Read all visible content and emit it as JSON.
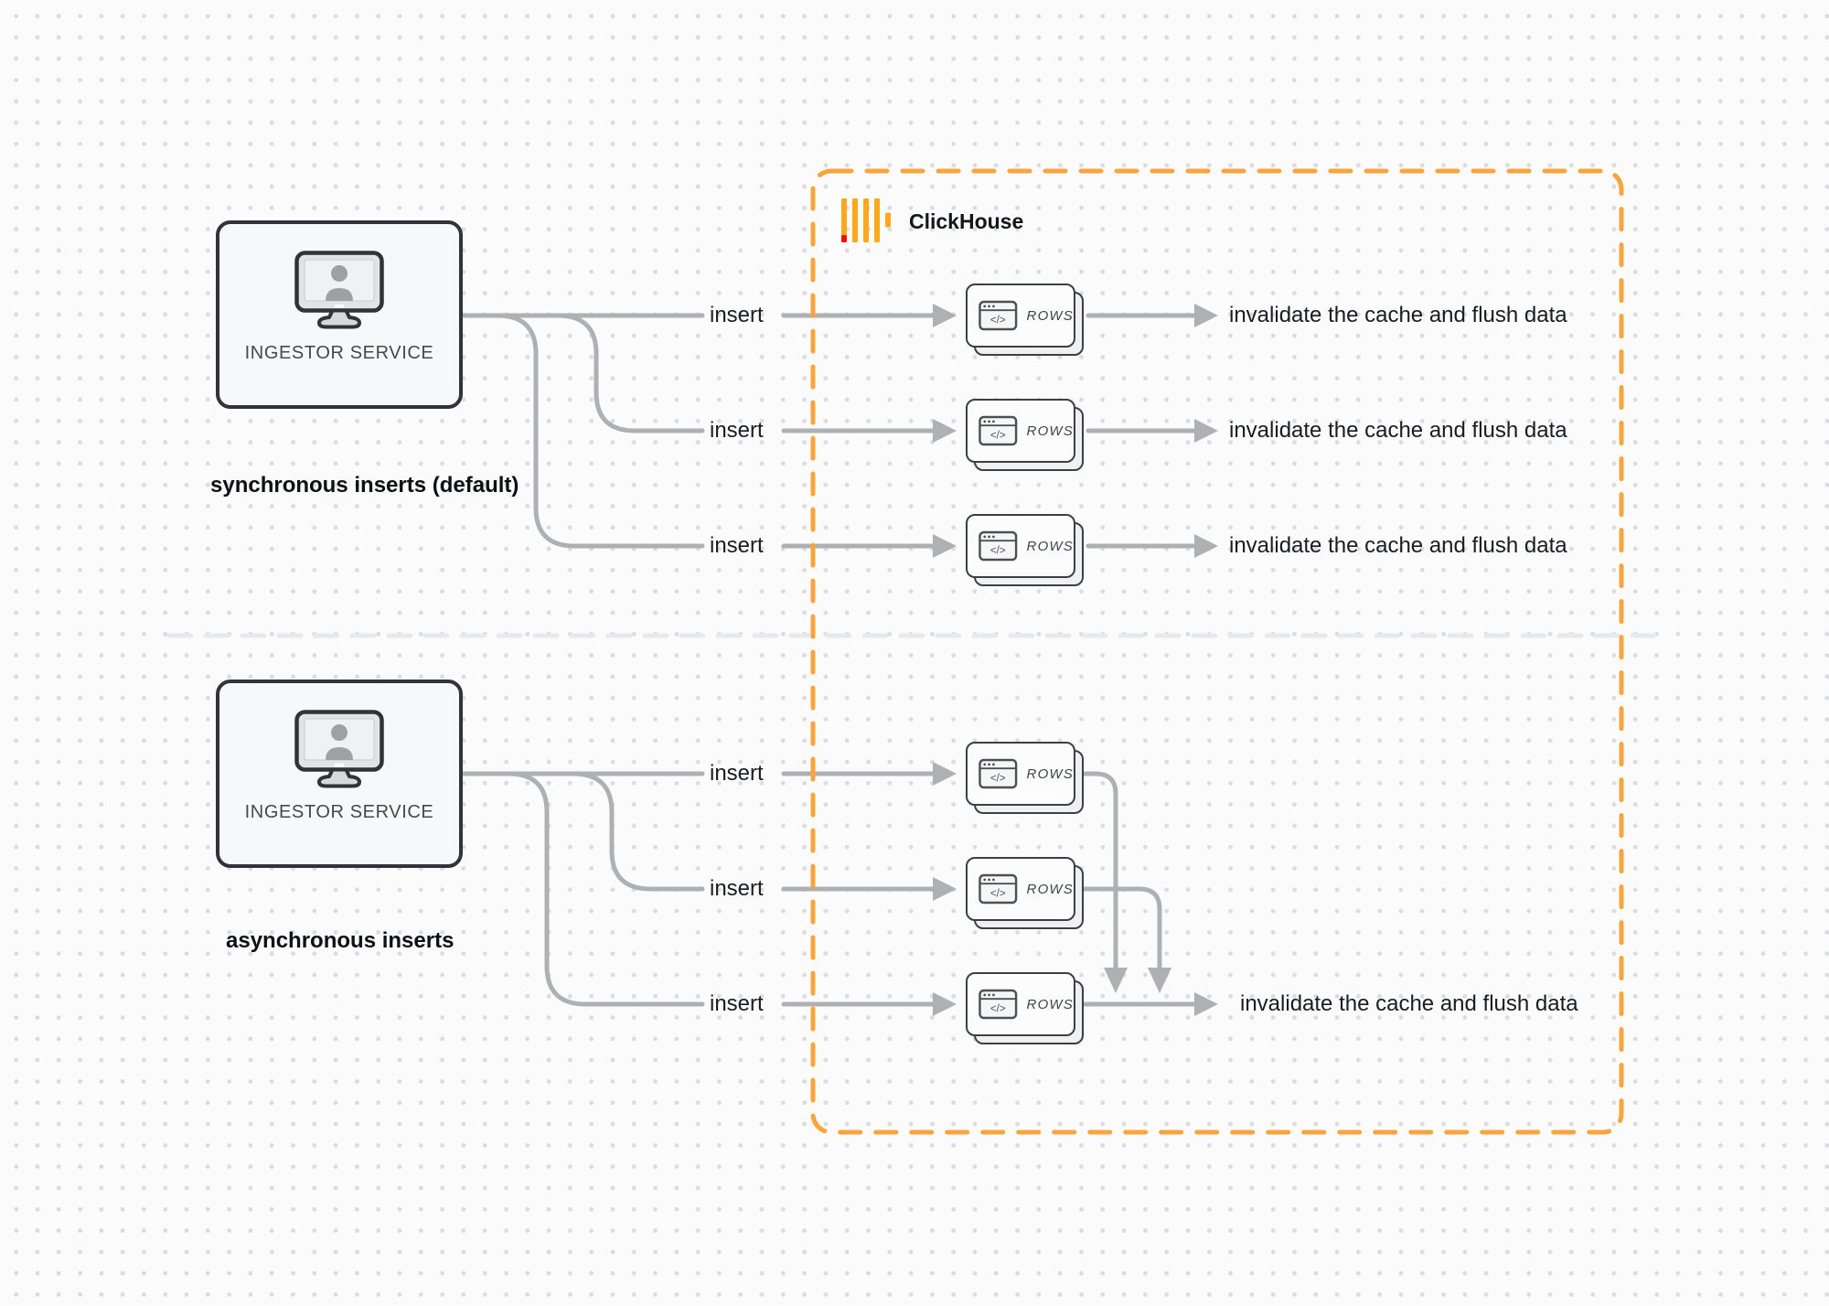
{
  "clickhouse": {
    "label": "ClickHouse"
  },
  "sync_section": {
    "caption": "synchronous inserts (default)",
    "service": {
      "label": "INGESTOR SERVICE"
    },
    "rows": [
      {
        "insert_label": "insert",
        "node_label": "ROWS",
        "result_label": "invalidate the cache and flush data"
      },
      {
        "insert_label": "insert",
        "node_label": "ROWS",
        "result_label": "invalidate the cache and flush data"
      },
      {
        "insert_label": "insert",
        "node_label": "ROWS",
        "result_label": "invalidate the cache and flush data"
      }
    ]
  },
  "async_section": {
    "caption": "asynchronous inserts",
    "service": {
      "label": "INGESTOR SERVICE"
    },
    "rows": [
      {
        "insert_label": "insert",
        "node_label": "ROWS"
      },
      {
        "insert_label": "insert",
        "node_label": "ROWS"
      },
      {
        "insert_label": "insert",
        "node_label": "ROWS"
      }
    ],
    "result_label": "invalidate the cache and flush data"
  },
  "icons": {
    "code_glyph": "</>"
  },
  "colors": {
    "clickhouse_border": "#F9A43C",
    "logo_bar": "#FBA81C",
    "logo_accent_red": "#F30D0D",
    "connector_gray": "#AFB0B2",
    "divider_gray": "#E8E9EB",
    "node_border": "#3A4046"
  }
}
